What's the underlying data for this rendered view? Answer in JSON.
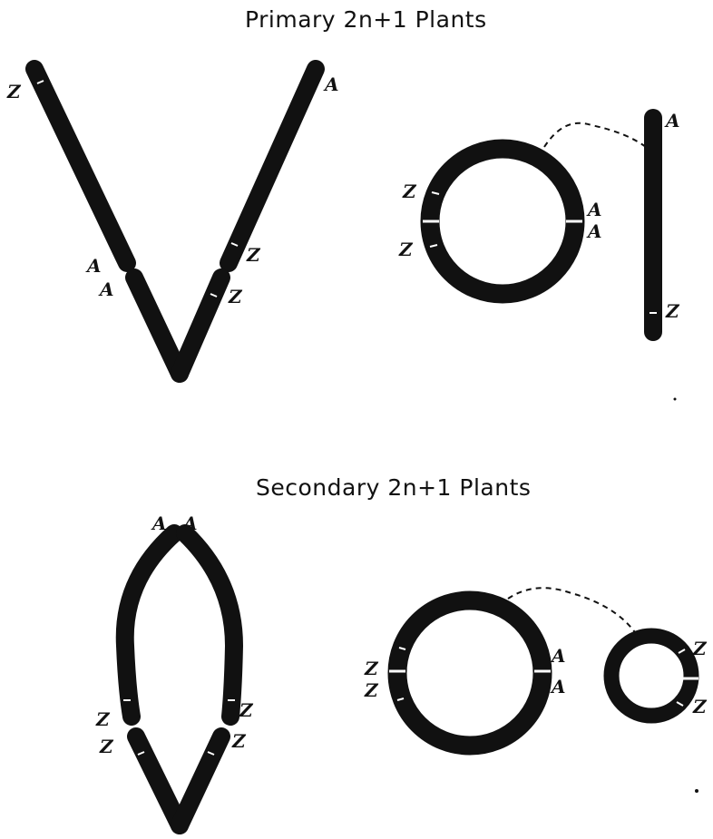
{
  "sections": {
    "primary_title": "Primary 2n+1 Plants",
    "secondary_title": "Secondary 2n+1 Plants"
  },
  "labels": {
    "a": "A",
    "z": "Z"
  },
  "colors": {
    "ink": "#111111",
    "background": "#ffffff"
  }
}
